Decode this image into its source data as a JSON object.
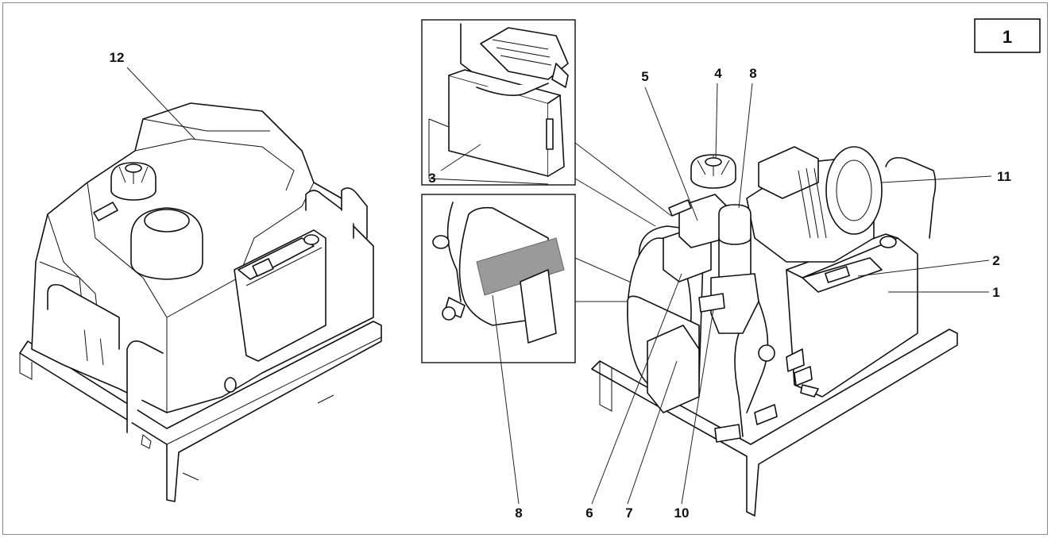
{
  "figure": {
    "number": "1"
  },
  "callouts": [
    {
      "id": "c12",
      "text": "12"
    },
    {
      "id": "c5",
      "text": "5"
    },
    {
      "id": "c4",
      "text": "4"
    },
    {
      "id": "c8a",
      "text": "8"
    },
    {
      "id": "c11",
      "text": "11"
    },
    {
      "id": "c2",
      "text": "2"
    },
    {
      "id": "c1",
      "text": "1"
    },
    {
      "id": "c3",
      "text": "3"
    },
    {
      "id": "c8b",
      "text": "8"
    },
    {
      "id": "c6",
      "text": "6"
    },
    {
      "id": "c7",
      "text": "7"
    },
    {
      "id": "c10",
      "text": "10"
    }
  ],
  "colors": {
    "line": "#111111",
    "frame": "#8a8a8a",
    "highlight": "#9a9a9a"
  }
}
